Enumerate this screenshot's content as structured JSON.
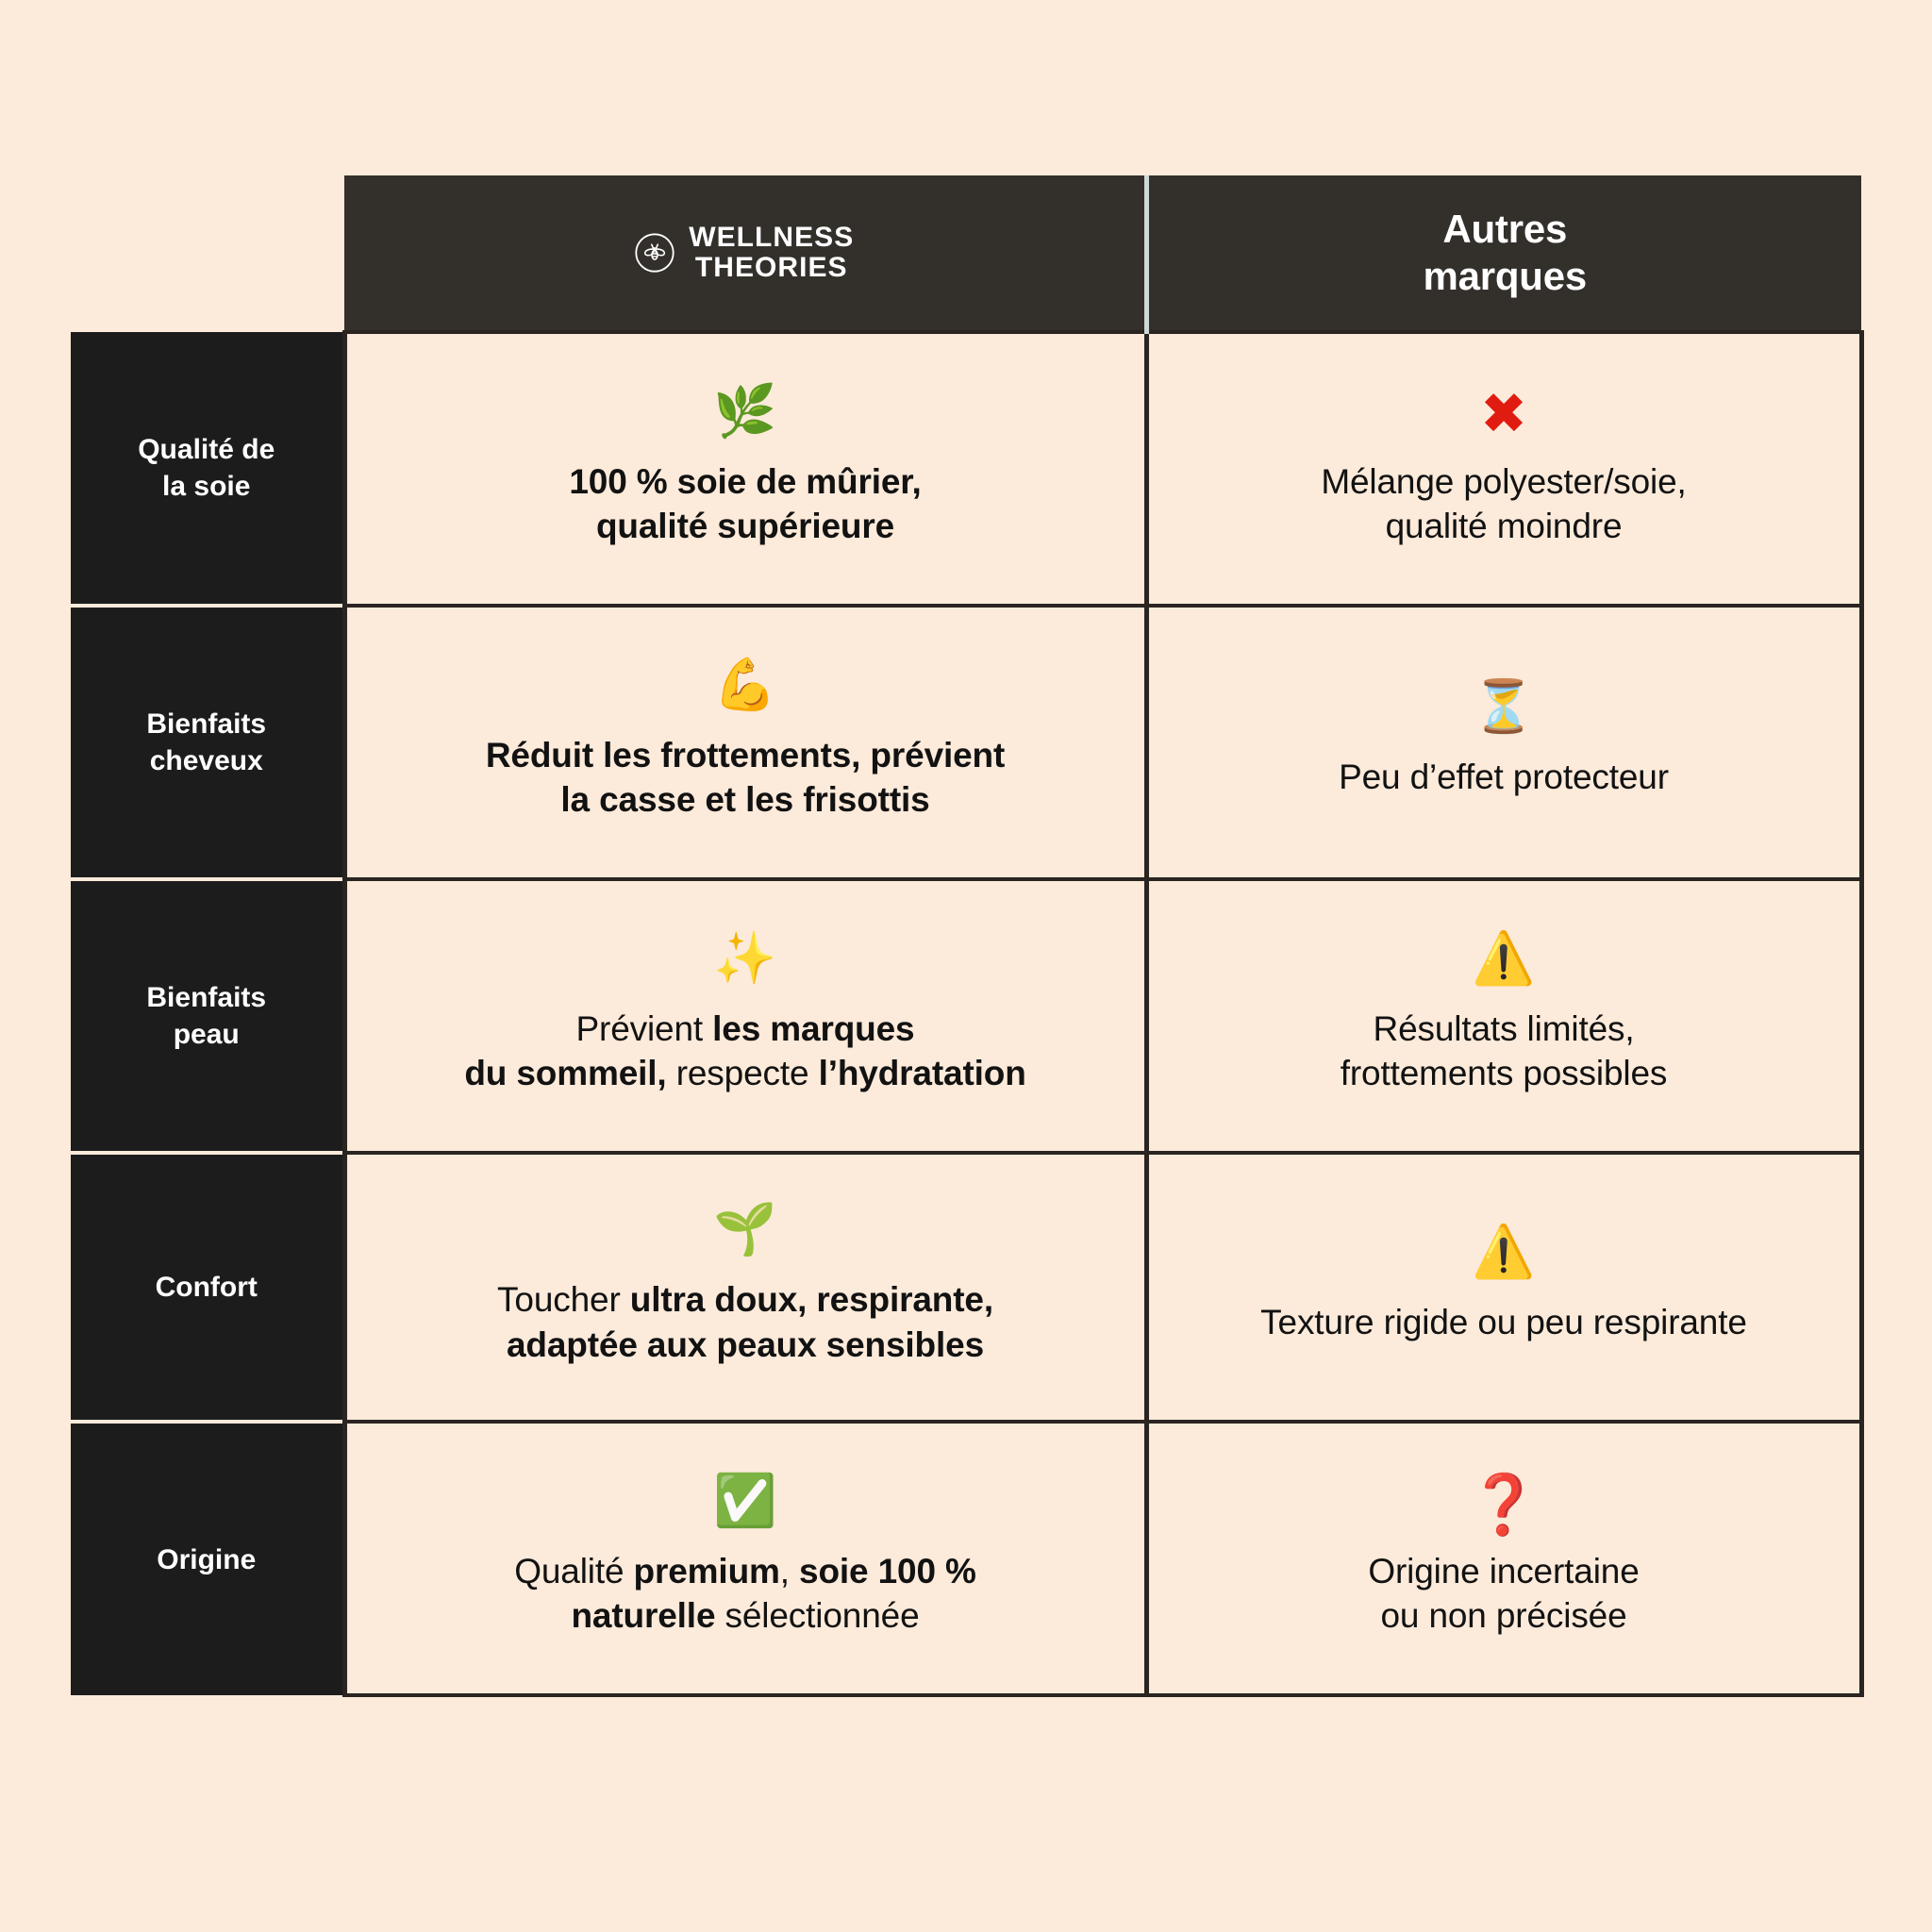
{
  "theme": {
    "background": "#fceada",
    "header_dark": "#332f2b",
    "label_dark": "#1c1c1c",
    "grid_line": "#2a2521",
    "text_dark": "#121212",
    "text_light": "#ffffff",
    "accent_red": "#e01b10",
    "accent_question_red": "#cc0d0d"
  },
  "header": {
    "spacer_label": "",
    "brand": {
      "logo_icon": "bee-in-circle-icon",
      "line1": "WELLNESS",
      "line2": "THEORIES"
    },
    "other": {
      "line1": "Autres",
      "line2": "marques"
    }
  },
  "rows": [
    {
      "label_line1": "Qualité de",
      "label_line2": "la soie",
      "brand": {
        "icon": "herb-leaf-emoji",
        "emoji": "🌿",
        "text_html": "100 % soie de mûrier,<br>qualité supérieure",
        "weight": "bold"
      },
      "other": {
        "icon": "cross-mark-emoji",
        "emoji": "✖",
        "text_html": "Mélange polyester/soie,<br>qualité moindre",
        "weight": "regular"
      }
    },
    {
      "label_line1": "Bienfaits",
      "label_line2": "cheveux",
      "brand": {
        "icon": "flexed-biceps-emoji",
        "emoji": "💪",
        "text_html": "Réduit les frottements, prévient<br>la casse et les frisottis",
        "weight": "bold"
      },
      "other": {
        "icon": "hourglass-emoji",
        "emoji": "⏳",
        "text_html": "Peu d’effet protecteur",
        "weight": "regular"
      }
    },
    {
      "label_line1": "Bienfaits",
      "label_line2": "peau",
      "brand": {
        "icon": "sparkles-emoji",
        "emoji": "✨",
        "text_html": "Prévient <b>les marques<br>du sommeil,</b> respecte <b>l’hydratation</b>",
        "weight": "mixed"
      },
      "other": {
        "icon": "warning-triangle-emoji",
        "emoji": "⚠️",
        "text_html": "Résultats limités,<br>frottements possibles",
        "weight": "regular"
      }
    },
    {
      "label_line1": "Confort",
      "label_line2": "",
      "brand": {
        "icon": "seedling-emoji",
        "emoji": "🌱",
        "text_html": "Toucher <b>ultra doux, respirante,<br>adaptée aux peaux sensibles</b>",
        "weight": "mixed"
      },
      "other": {
        "icon": "warning-triangle-emoji",
        "emoji": "⚠️",
        "text_html": "Texture rigide ou peu respirante",
        "weight": "regular"
      }
    },
    {
      "label_line1": "Origine",
      "label_line2": "",
      "brand": {
        "icon": "white-check-mark-emoji",
        "emoji": "✅",
        "text_html": "Qualité <b>premium</b>, <b>soie 100 %<br>naturelle</b> sélectionnée",
        "weight": "mixed"
      },
      "other": {
        "icon": "red-question-mark-emoji",
        "emoji": "❓",
        "text_html": "Origine incertaine<br>ou non précisée",
        "weight": "regular"
      }
    }
  ]
}
